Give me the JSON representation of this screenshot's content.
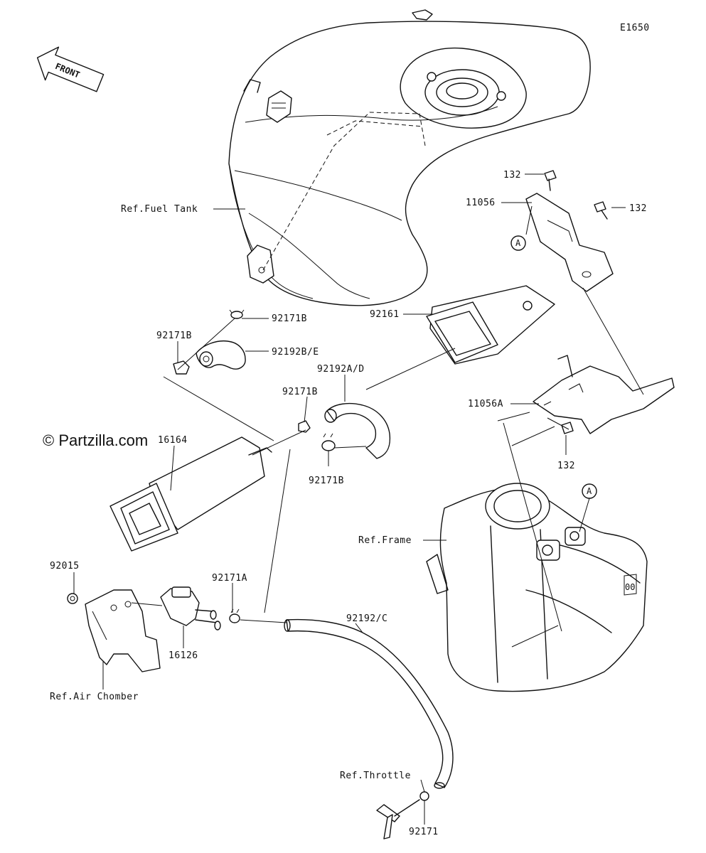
{
  "diagram_code": "E1650",
  "front_label": "FRONT",
  "watermark": "© Partzilla.com",
  "ref_label_a": "A",
  "ref_labels": {
    "fuel_tank": "Ref.Fuel Tank",
    "frame": "Ref.Frame",
    "air_chamber": "Ref.Air Chomber",
    "throttle": "Ref.Throttle"
  },
  "parts": {
    "p132_top": "132",
    "p132_right": "132",
    "p132_lower": "132",
    "p11056": "11056",
    "p11056A": "11056A",
    "p92161": "92161",
    "p92171B_a": "92171B",
    "p92171B_b": "92171B",
    "p92171B_c": "92171B",
    "p92171B_d": "92171B",
    "p92192BE": "92192B/E",
    "p92192AD": "92192A/D",
    "p16164": "16164",
    "p92015": "92015",
    "p92171A": "92171A",
    "p16126": "16126",
    "p92192C": "92192/C",
    "p92171": "92171"
  }
}
